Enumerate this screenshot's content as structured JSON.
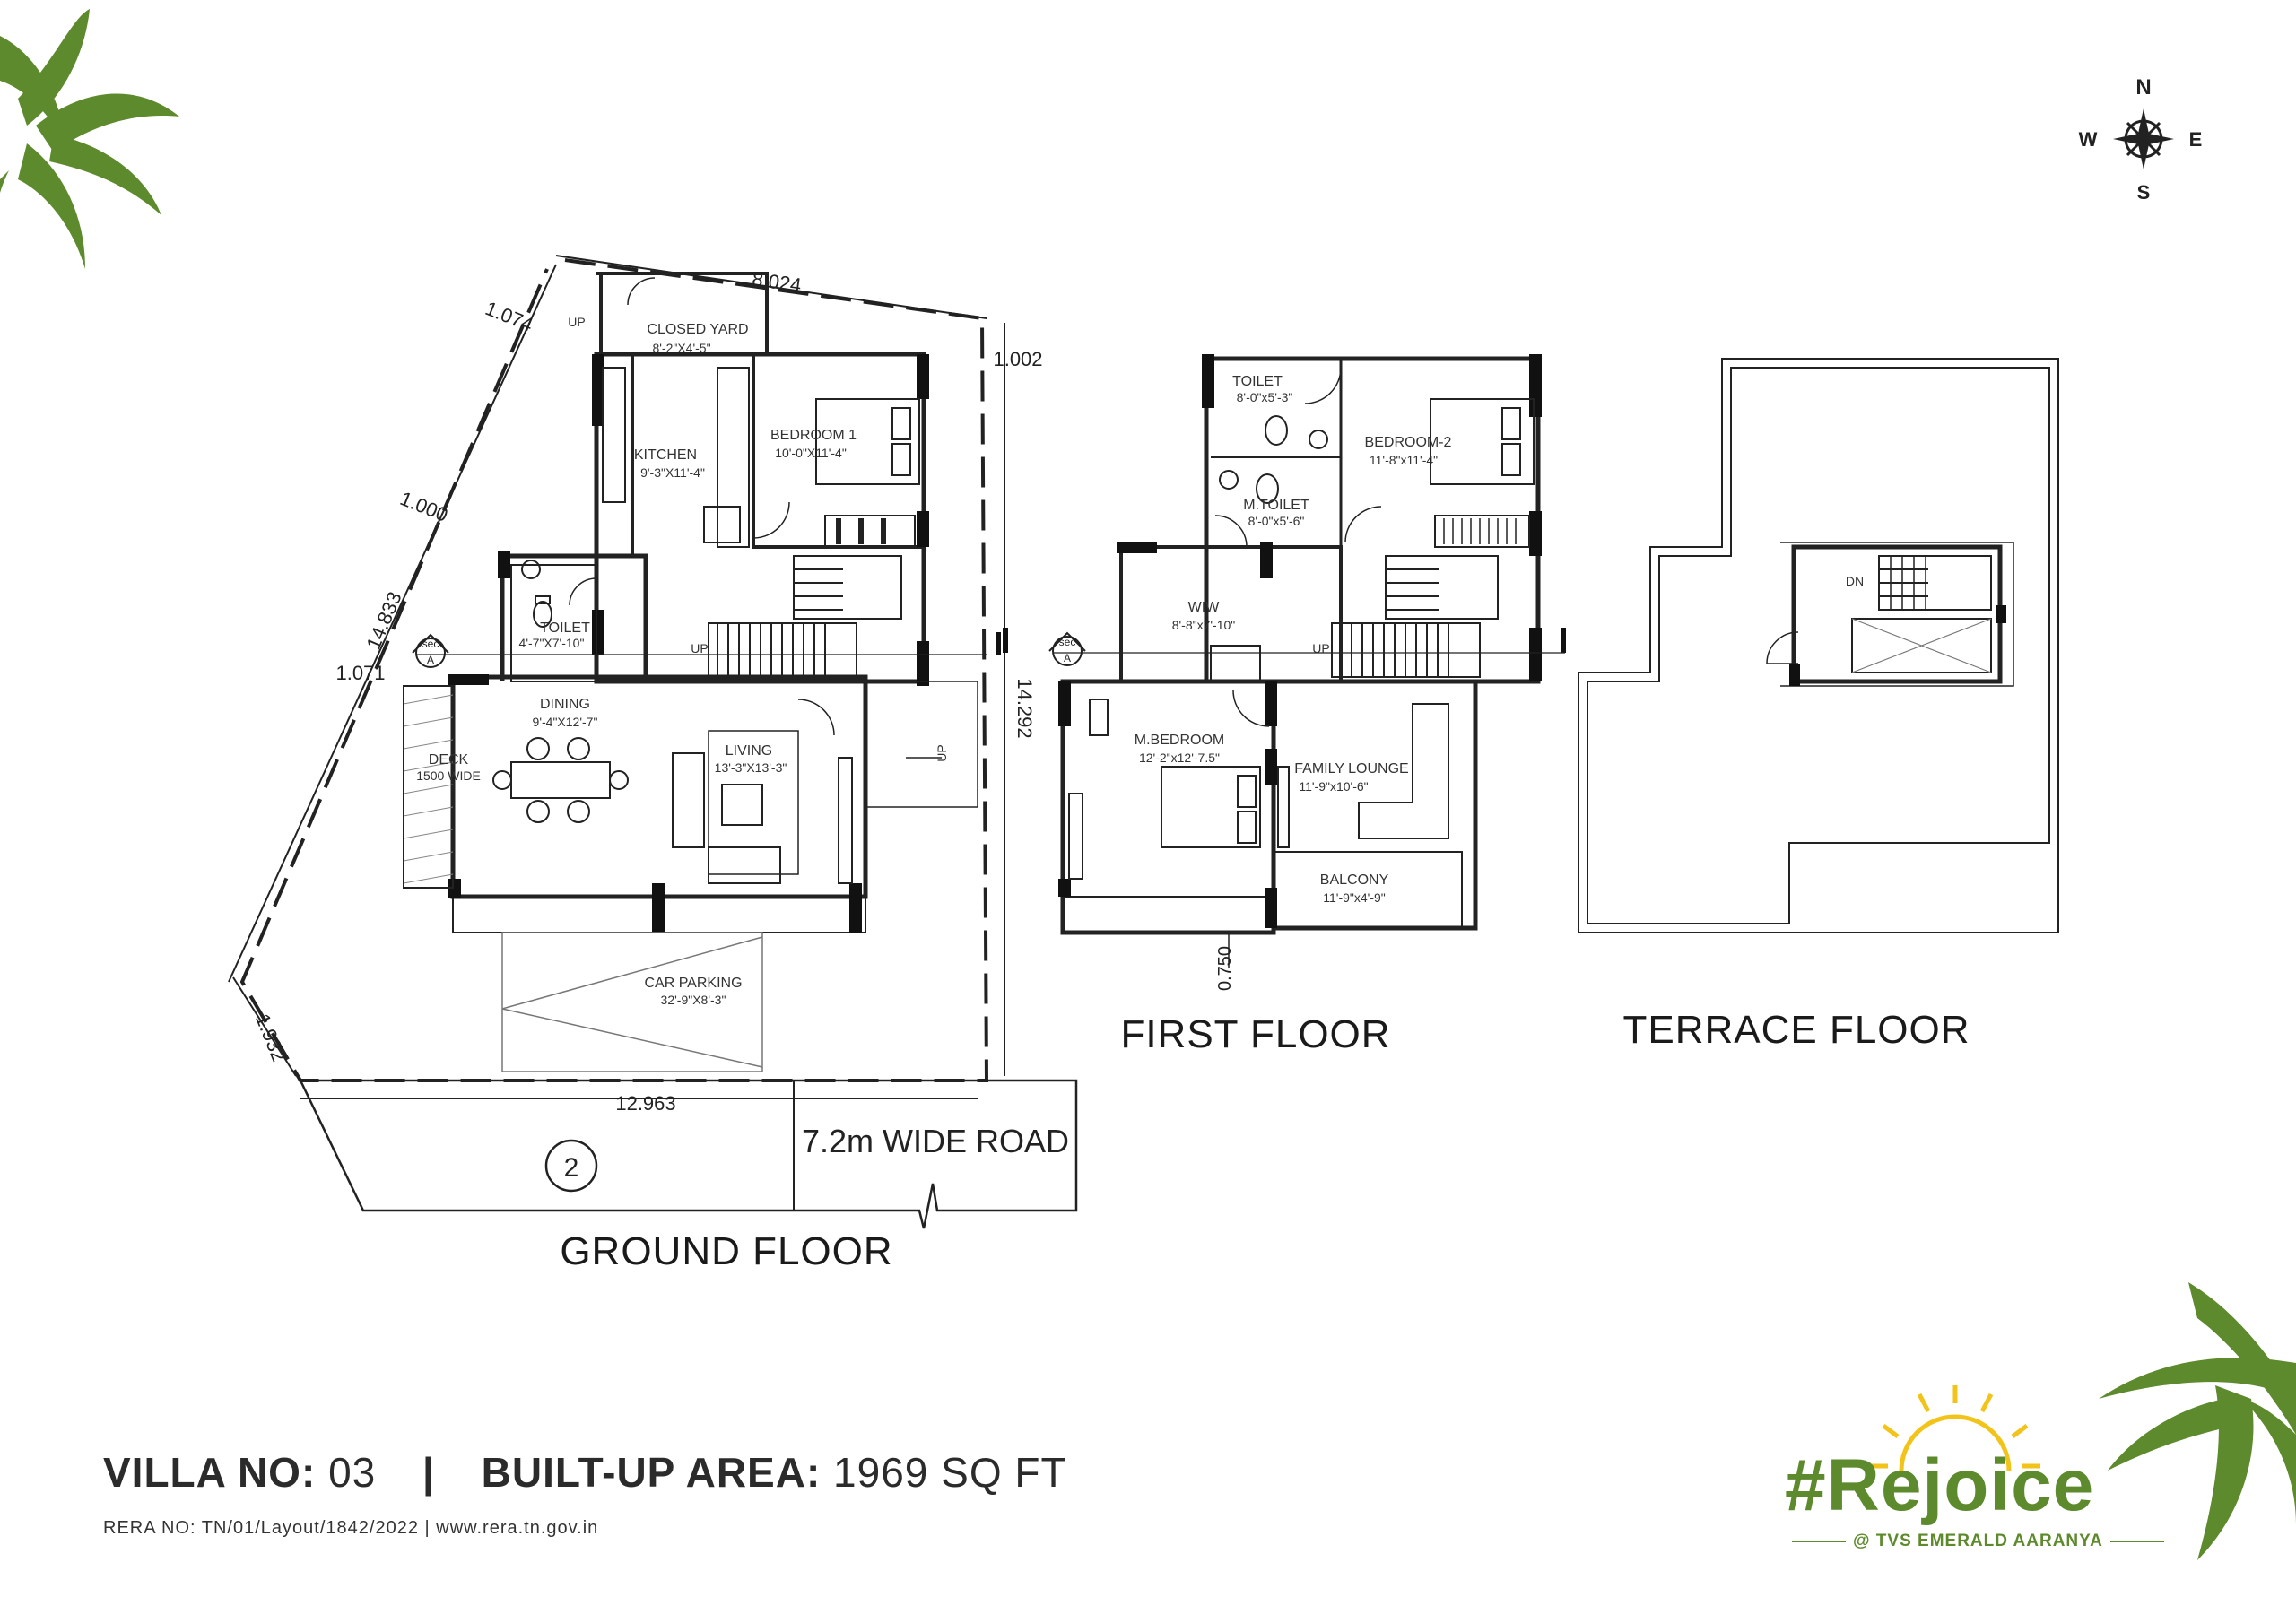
{
  "compass": {
    "n": "N",
    "s": "S",
    "e": "E",
    "w": "W",
    "icon": "compass-rose-icon"
  },
  "ground_floor": {
    "title": "GROUND FLOOR",
    "site_dims": {
      "top": "8.024",
      "left_top": "1.074",
      "right_top": "1.002",
      "left_mid": "1.000",
      "left_long": "14.833",
      "left_low": "1.071",
      "right_long": "14.292",
      "left_bottom": "1.932",
      "bottom": "12.963"
    },
    "road": "7.2m WIDE ROAD",
    "plot_number": "2",
    "rooms": {
      "closed_yard": {
        "name": "CLOSED YARD",
        "size": "8'-2\"X4'-5\""
      },
      "kitchen": {
        "name": "KITCHEN",
        "size": "9'-3\"X11'-4\""
      },
      "bedroom1": {
        "name": "BEDROOM 1",
        "size": "10'-0\"X11'-4\""
      },
      "toilet": {
        "name": "TOILET",
        "size": "4'-7\"X7'-10\""
      },
      "dining": {
        "name": "DINING",
        "size": "9'-4\"X12'-7\""
      },
      "living": {
        "name": "LIVING",
        "size": "13'-3\"X13'-3\""
      },
      "deck": {
        "name": "DECK",
        "size": "1500 WIDE"
      },
      "car_parking": {
        "name": "CAR PARKING",
        "size": "32'-9\"X8'-3\""
      }
    },
    "up_labels": {
      "yard": "UP",
      "stair": "UP",
      "side": "UP"
    },
    "section": {
      "top": "sec",
      "bottom": "A"
    }
  },
  "first_floor": {
    "title": "FIRST FLOOR",
    "dim_balcony": "0.750",
    "rooms": {
      "toilet": {
        "name": "TOILET",
        "size": "8'-0\"x5'-3\""
      },
      "bedroom2": {
        "name": "BEDROOM-2",
        "size": "11'-8\"x11'-4\""
      },
      "mtoilet": {
        "name": "M.TOILET",
        "size": "8'-0\"x5'-6\""
      },
      "wiw": {
        "name": "WIW",
        "size": "8'-8\"x7'-10\""
      },
      "mbedroom": {
        "name": "M.BEDROOM",
        "size": "12'-2\"x12'-7.5\""
      },
      "family_lounge": {
        "name": "FAMILY LOUNGE",
        "size": "11'-9\"x10'-6\""
      },
      "balcony": {
        "name": "BALCONY",
        "size": "11'-9\"x4'-9\""
      }
    },
    "up_label": "UP",
    "section": {
      "top": "sec",
      "bottom": "A"
    }
  },
  "terrace_floor": {
    "title": "TERRACE FLOOR",
    "dn_label": "DN"
  },
  "footer": {
    "villa_label": "VILLA NO:",
    "villa_value": "03",
    "separator": "|",
    "area_label": "BUILT-UP AREA:",
    "area_value": "1969 SQ FT",
    "rera": "RERA NO: TN/01/Layout/1842/2022 | www.rera.tn.gov.in"
  },
  "brand": {
    "name": "#Rejoice",
    "sub": "@ TVS EMERALD AARANYA",
    "colors": {
      "green": "#5d8a2c",
      "sun": "#f2c318"
    }
  },
  "colors": {
    "palm_leaf": "#5d8a2c",
    "ink": "#222222"
  }
}
